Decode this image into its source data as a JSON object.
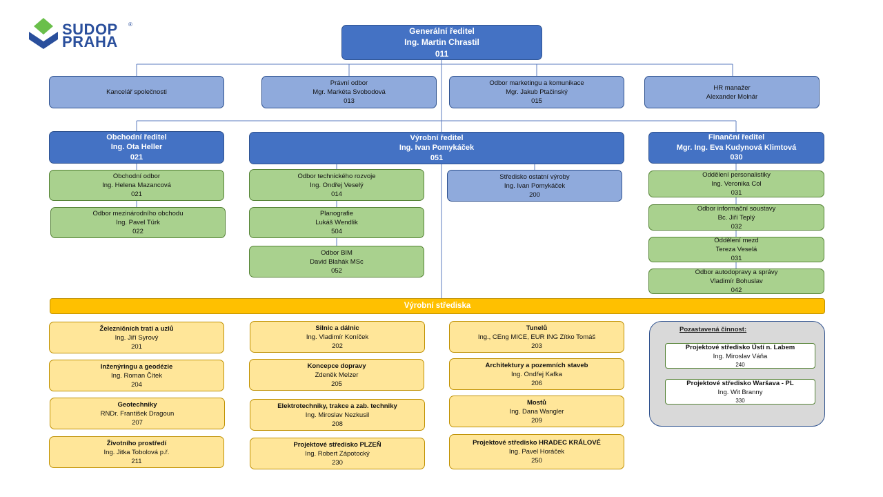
{
  "logo": {
    "line1": "SUDOP",
    "line2": "PRAHA",
    "reg": "®"
  },
  "ceo": {
    "title": "Generální ředitel",
    "name": "Ing. Martin Chrastil",
    "code": "011"
  },
  "staff_units": [
    {
      "title": "Kancelář společnosti"
    },
    {
      "title": "Právní odbor",
      "name": "Mgr. Markéta Svobodová",
      "code": "013"
    },
    {
      "title": "Odbor marketingu a komunikace",
      "name": "Mgr. Jakub Ptačinský",
      "code": "015"
    },
    {
      "title": "HR manažer",
      "name": "Alexander Molnár"
    }
  ],
  "directors": [
    {
      "title": "Obchodní ředitel",
      "name": "Ing. Ota Heller",
      "code": "021"
    },
    {
      "title": "Výrobní ředitel",
      "name": "Ing. Ivan Pomykáček",
      "code": "051"
    },
    {
      "title": "Finanční ředitel",
      "name": "Mgr. Ing. Eva Kudynová Klimtová",
      "code": "030"
    }
  ],
  "commercial_depts": [
    {
      "title": "Obchodní odbor",
      "name": "Ing. Helena Mazancová",
      "code": "021"
    },
    {
      "title": "Odbor mezinárodního obchodu",
      "name": "Ing. Pavel Türk",
      "code": "022"
    }
  ],
  "production_depts": [
    {
      "title": "Odbor technického rozvoje",
      "name": "Ing. Ondřej Veselý",
      "code": "014"
    },
    {
      "title": "Planografie",
      "name": "Lukáš Wendlik",
      "code": "504"
    },
    {
      "title": "Odbor BIM",
      "name": "David Blahák MSc",
      "code": "052"
    }
  ],
  "other_production": {
    "title": "Středisko ostatní výroby",
    "name": "Ing. Ivan Pomykáček",
    "code": "200"
  },
  "finance_depts": [
    {
      "title": "Oddělení personalistiky",
      "name": "Ing. Veronika Col",
      "code": "031"
    },
    {
      "title": "Odbor informační soustavy",
      "name": "Bc. Jiří Teplý",
      "code": "032"
    },
    {
      "title": "Oddělení mezd",
      "name": "Tereza Veselá",
      "code": "031"
    },
    {
      "title": "Odbor autodopravy a správy",
      "name": "Vladimír Bohuslav",
      "code": "042"
    }
  ],
  "banner": "Výrobní střediska",
  "centers": [
    {
      "title": "Železničních tratí a uzlů",
      "name": "Ing. Jiří Syrový",
      "code": "201"
    },
    {
      "title": "Inženýringu a geodézie",
      "name": "Ing. Roman Čítek",
      "code": "204"
    },
    {
      "title": "Geotechniky",
      "name": "RNDr. František Dragoun",
      "code": "207"
    },
    {
      "title": "Životního prostředí",
      "name": "Ing. Jitka Tobolová p.ř.",
      "code": "211"
    },
    {
      "title": "Silnic a dálnic",
      "name": "Ing. Vladimír Koníček",
      "code": "202"
    },
    {
      "title": "Koncepce dopravy",
      "name": "Zdeněk Melzer",
      "code": "205"
    },
    {
      "title": "Elektrotechniky, trakce a zab. techniky",
      "name": "Ing. Miroslav Nezkusil",
      "code": "208"
    },
    {
      "title": "Projektové středisko PLZEŇ",
      "name": "Ing. Robert Zápotocký",
      "code": "230"
    },
    {
      "title": "Tunelů",
      "name": "Ing., CEng MICE, EUR ING Zítko Tomáš",
      "code": "203"
    },
    {
      "title": "Architektury a pozemních staveb",
      "name": "Ing. Ondřej Kafka",
      "code": "206"
    },
    {
      "title": "Mostů",
      "name": "Ing. Dana Wangler",
      "code": "209"
    },
    {
      "title": "Projektové středisko HRADEC KRÁLOVÉ",
      "name": "Ing. Pavel Horáček",
      "code": "250"
    }
  ],
  "suspended": {
    "title": "Pozastavená činnost:",
    "items": [
      {
        "title": "Projektové středisko Ústí n. Labem",
        "name": "Ing. Miroslav Váňa",
        "code": "240"
      },
      {
        "title": "Projektové středisko Waršava - PL",
        "name": "Ing. Wit Branny",
        "code": "330"
      }
    ]
  },
  "colors": {
    "executive": "#4472c4",
    "staff": "#8faadc",
    "department": "#a9d18e",
    "center": "#ffe699",
    "banner": "#ffc000",
    "suspended": "#d9d9d9",
    "logo_blue": "#2a4f9c",
    "logo_green": "#6abf4b"
  }
}
